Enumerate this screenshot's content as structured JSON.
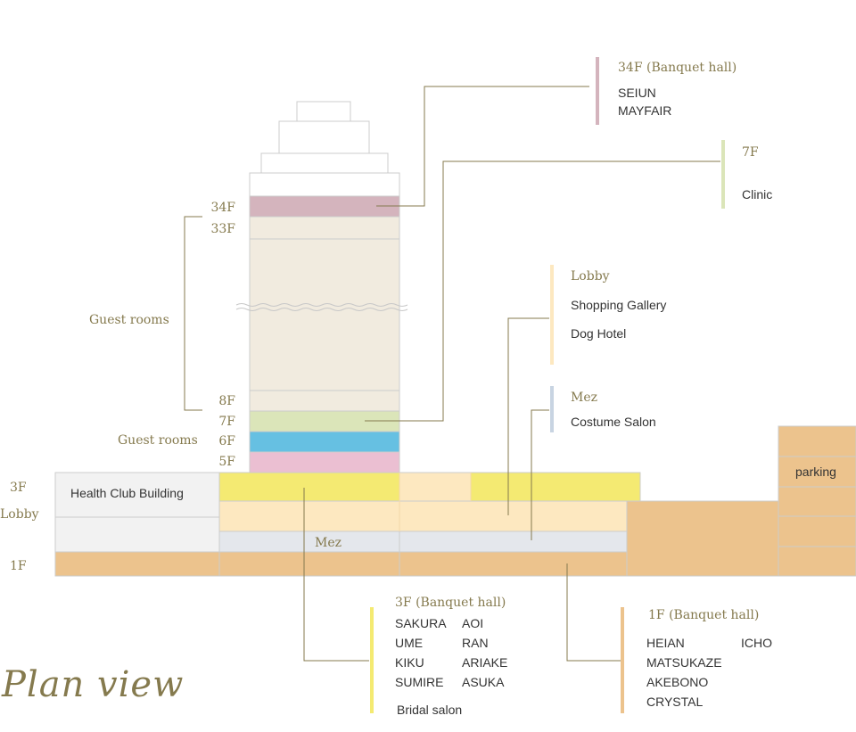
{
  "title": "Plan view",
  "colors": {
    "accent": "#857a4e",
    "pink_mauve": "#d4b4bd",
    "beige": "#f1ebdf",
    "green": "#dbe5b9",
    "blue": "#66c0e2",
    "pink": "#ebbfd2",
    "yellow": "#f4ea72",
    "light_orange": "#fde8c0",
    "light_blue": "#e4e7ec",
    "orange": "#ecc38d",
    "grey": "#f2f2f2",
    "outline": "#cccccc"
  },
  "floor_labels": {
    "f34": "34F",
    "f33": "33F",
    "f8": "8F",
    "f7": "7F",
    "f6": "6F",
    "f5": "5F",
    "f3": "3F",
    "lobby": "Lobby",
    "f1": "1F"
  },
  "building": {
    "guest_rooms_upper": "Guest rooms",
    "guest_rooms_lower": "Guest rooms",
    "health_club": "Health Club Building",
    "mez": "Mez",
    "parking": "parking"
  },
  "callouts": {
    "banquet34": {
      "title": "34F (Banquet hall)",
      "items": [
        "SEIUN",
        "MAYFAIR"
      ]
    },
    "floor7": {
      "title": "7F",
      "items": [
        "Clinic"
      ]
    },
    "lobby": {
      "title": "Lobby",
      "items": [
        "Shopping Gallery",
        "Dog Hotel"
      ]
    },
    "mez": {
      "title": "Mez",
      "items": [
        "Costume Salon"
      ]
    },
    "banquet3": {
      "title": "3F (Banquet hall)",
      "col1": [
        "SAKURA",
        "UME",
        "KIKU",
        "SUMIRE"
      ],
      "col2": [
        "AOI",
        "RAN",
        "ARIAKE",
        "ASUKA"
      ],
      "extra": "Bridal salon"
    },
    "banquet1": {
      "title": "1F (Banquet hall)",
      "col1": [
        "HEIAN",
        "MATSUKAZE",
        "AKEBONO",
        "CRYSTAL"
      ],
      "col2": [
        "ICHO"
      ]
    }
  }
}
